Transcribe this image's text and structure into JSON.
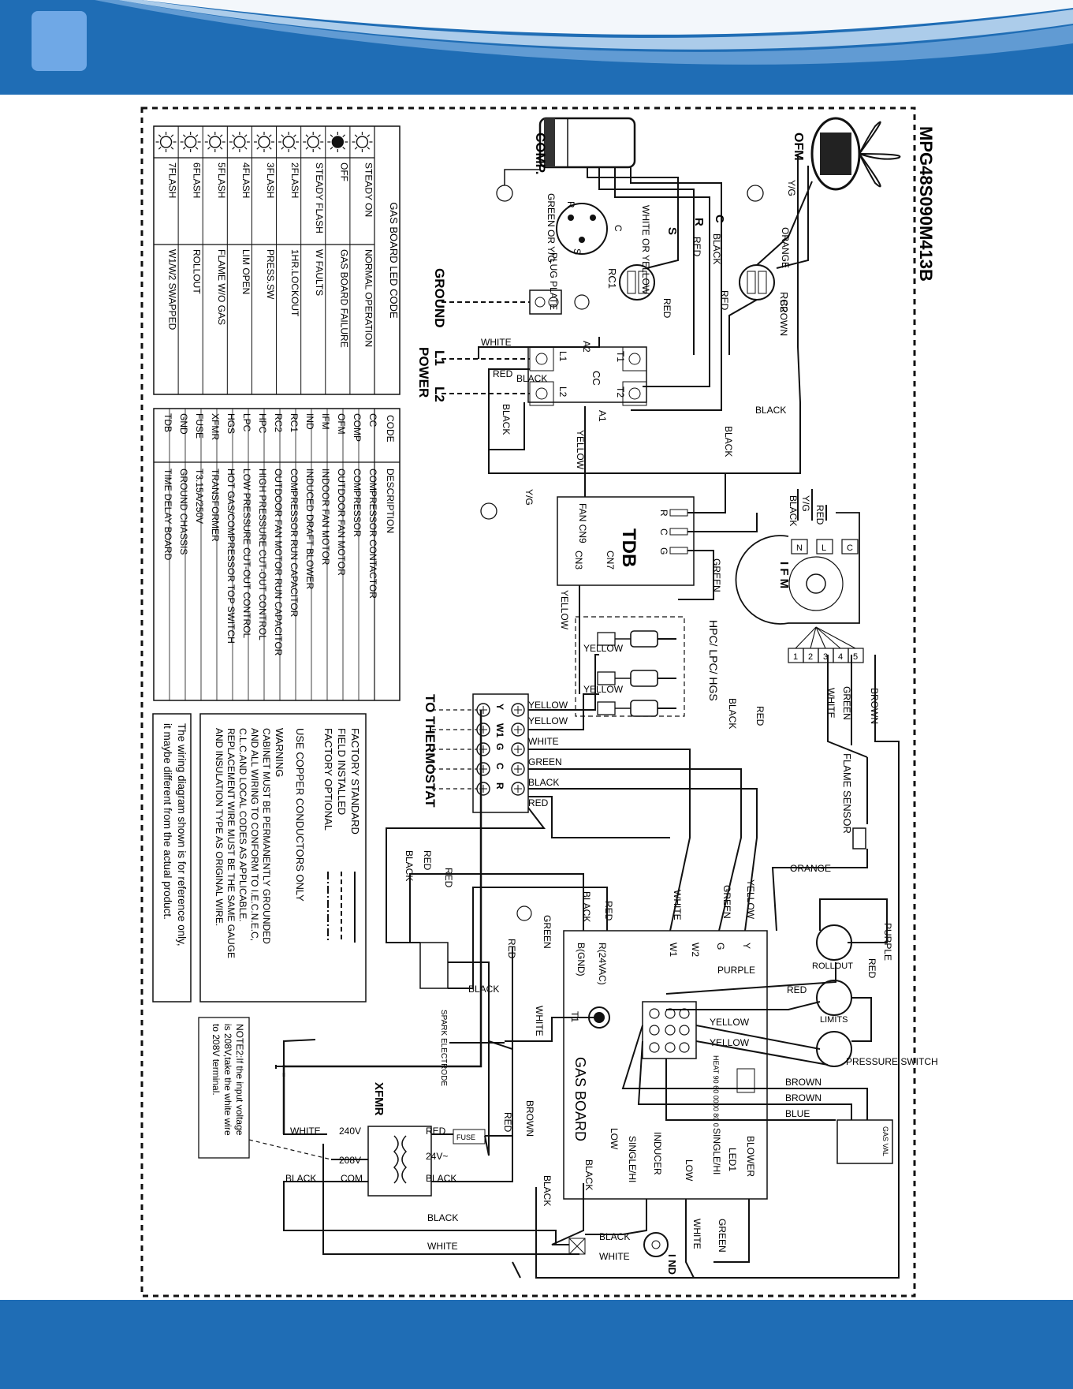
{
  "model": "MPG48S090M413B",
  "components": {
    "comp": "COMP.",
    "ofm": "OFM",
    "rc1": "RC1",
    "rc2": "RC2",
    "plug_plate": "PLUG PLATE",
    "ground": "GROUND",
    "power": "POWER",
    "l1": "L1",
    "l2": "L2",
    "t1": "T1",
    "t2": "T2",
    "a1": "A1",
    "a2": "A2",
    "cc": "CC",
    "tdb": "TDB",
    "fan_cn9": "FAN CN9",
    "cn3": "CN3",
    "cn7": "CN7",
    "tdb_r": "R",
    "tdb_c": "C",
    "tdb_g": "G",
    "ifm": "I F M",
    "hpc_lpc_hgs": "HPC/ LPC/ HGS",
    "to_thermostat": "TO THERMOSTAT",
    "flame_sensor": "FLAME SENSOR",
    "rollout": "ROLLOUT",
    "limits": "LIMITS",
    "pressure_switch": "PRESSURE SWITCH",
    "gas_val": "GAS VAL",
    "gas_board": "GAS BOARD",
    "heat": "HEAT 90 60 0000 80 0",
    "led1": "LED1",
    "blower": "BLOWER",
    "single_hi": "SINGLE/HI",
    "low": "LOW",
    "inducer": "INDUCER",
    "b_gnd": "B(GND)",
    "r_24vac": "R(24VAC)",
    "w1": "W1",
    "w2": "W2",
    "g": "G",
    "y": "Y",
    "t1_gas": "T1",
    "spark_electrode": "SPARK ELECTRODE",
    "xfmr": "XFMR",
    "v240": "240V",
    "v208": "208V",
    "com": "COM",
    "v24": "24V~",
    "fuse": "FUSE",
    "ind": "I ND",
    "comp_r": "R",
    "comp_c": "C",
    "comp_s": "S"
  },
  "wires": {
    "black": "BLACK",
    "white": "WHITE",
    "red": "RED",
    "yellow": "YELLOW",
    "green": "GREEN",
    "brown": "BROWN",
    "orange": "ORANGE",
    "purple": "PURPLE",
    "blue": "BLUE",
    "yg": "Y/G",
    "green_or_yg": "GREEN OR Y/G",
    "white_or_yellow": "WHITE OR YELLOW",
    "s_lbl": "S",
    "r_lbl": "R",
    "c_lbl": "C"
  },
  "led_table": {
    "title": "GAS BOARD LED CODE",
    "rows": [
      {
        "state": "STEADY ON",
        "meaning": "NORMAL OPERATION",
        "icon": "led-steady-on-icon"
      },
      {
        "state": "OFF",
        "meaning": "GAS BOARD FAILURE",
        "icon": "led-off-icon"
      },
      {
        "state": "STEADY FLASH",
        "meaning": "W FAULTS",
        "icon": "led-flash-icon"
      },
      {
        "state": "2FLASH",
        "meaning": "1HR.LOCKOUT",
        "icon": "led-2-icon"
      },
      {
        "state": "3FLASH",
        "meaning": "PRESS.SW",
        "icon": "led-3-icon"
      },
      {
        "state": "4FLASH",
        "meaning": "LIM OPEN",
        "icon": "led-4-icon"
      },
      {
        "state": "5FLASH",
        "meaning": "FLAME W/O GAS",
        "icon": "led-5-icon"
      },
      {
        "state": "6FLASH",
        "meaning": "ROLLOUT",
        "icon": "led-6-icon"
      },
      {
        "state": "7FLASH",
        "meaning": "W1/W2 SWAPPED",
        "icon": "led-7-icon"
      }
    ]
  },
  "code_table": {
    "headers": [
      "CODE",
      "DESCRIPTION"
    ],
    "rows": [
      [
        "CC",
        "COMPRESSOR CONTACTOR"
      ],
      [
        "COMP",
        "COMPRESSOR"
      ],
      [
        "OFM",
        "OUTDOOR FAN MOTOR"
      ],
      [
        "IFM",
        "INDOOR FAN MOTOR"
      ],
      [
        "IND",
        "INDUCED DRAFT BLOWER"
      ],
      [
        "RC1",
        "COMPRESSOR RUN CAPACITOR"
      ],
      [
        "RC2",
        "OUTDOOR FAN MOTOR RUN CAPACITOR"
      ],
      [
        "HPC",
        "HIGH PRESSURE CUT-OUT CONTROL"
      ],
      [
        "LPC",
        "LOW PRESSURE CUT-OUT CONTROL"
      ],
      [
        "HGS",
        "HOT GAS/COMPRESSOR TOP SWITCH"
      ],
      [
        "XFMR",
        "TRANSFORMER"
      ],
      [
        "FUSE",
        "T3.15A/250V"
      ],
      [
        "GND",
        "GROUND CHASSIS"
      ],
      [
        "TDB",
        "TIME DELAY BOARD"
      ]
    ]
  },
  "legend": {
    "factory_standard": "FACTORY STANDARD",
    "field_installed": "FIELD INSTALLED",
    "factory_optional": "FACTORY OPTIONAL",
    "copper": "USE COPPER CONDUCTORS ONLY",
    "warning": "WARNING",
    "warning_lines": [
      "CABINET MUST BE PERMANENTLY GROUNDED",
      "AND ALL WIRING TO CONFORM TO I.E.C.N.E.C,",
      "C.L.C.AND LOCAL CODES AS APPLICABLE.",
      "REPLACEMENT WIRE MUST BE THE SAME GAUGE",
      "AND INSULATION TYPE AS ORIGINAL WIRE."
    ]
  },
  "reference_note": [
    "The wiring diagram shown is for reference only,",
    "it maybe different from the actual product."
  ],
  "note2": [
    "NOTE2:If the input voltage",
    "is 208V,take the white wire",
    "to 208V terminal."
  ],
  "thermostat_terminals": [
    "Y",
    "W1",
    "G",
    "C",
    "R"
  ],
  "ifm_pins": [
    "1",
    "2",
    "3",
    "4",
    "5"
  ],
  "ifm_top_pins": [
    "N",
    "L",
    "C"
  ],
  "colors": {
    "header_blue": "#1f6db5",
    "badge": "#6fa8e6",
    "ink": "#111111"
  }
}
